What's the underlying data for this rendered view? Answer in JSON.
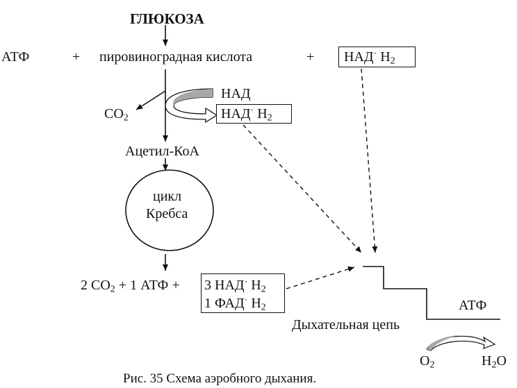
{
  "title": "ГЛЮКОЗА",
  "row1": {
    "atf": "АТФ",
    "plus1": "+",
    "pyruvic": "пировиноградная кислота",
    "plus2": "+",
    "nad_h2": {
      "base": "НАД",
      "dot": "·",
      "h": "Н",
      "sub": "2"
    }
  },
  "step1": {
    "co2": {
      "base": "СО",
      "sub": "2"
    },
    "nad": "НАД",
    "nad_h2": {
      "base": "НАД",
      "dot": "·",
      "h": "Н",
      "sub": "2"
    }
  },
  "acetyl_coa": "Ацетил-КоА",
  "krebs": {
    "line1": "цикл",
    "line2": "Кребса"
  },
  "products": {
    "lead_num": "2",
    "co2": {
      "base": "СО",
      "sub": "2"
    },
    "plus_atf": "+ 1 АТФ +",
    "nad_line": {
      "base": "3 НАД",
      "dot": "·",
      "h": "Н",
      "sub": "2"
    },
    "fad_line": {
      "base": "1 ФАД",
      "dot": "·",
      "h": "Н",
      "sub": "2"
    }
  },
  "chain": {
    "atf": "АТФ",
    "label": "Дыхательная цепь",
    "o2": {
      "base": "О",
      "sub": "2"
    },
    "h2o": {
      "pre": "Н",
      "sub": "2",
      "post": "О"
    }
  },
  "caption": "Рис. 35 Схема аэробного дыхания."
}
